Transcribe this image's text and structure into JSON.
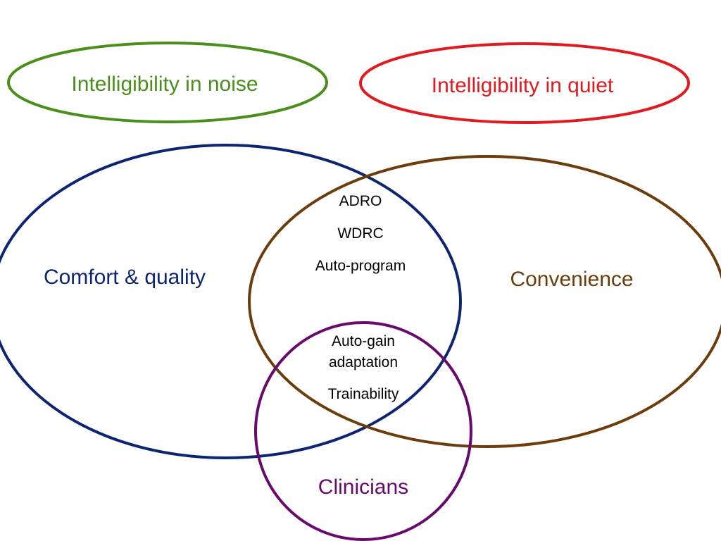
{
  "colors": {
    "noise": "#4a8f1c",
    "quiet": "#e01a1f",
    "comfort": "#0d2470",
    "convenience": "#6b3c0c",
    "clinicians": "#680a6b",
    "text_dark": "#000000"
  },
  "ovals": {
    "noise": {
      "label": "Intelligibility in noise"
    },
    "quiet": {
      "label": "Intelligibility in quiet"
    }
  },
  "venn": {
    "comfort_label": "Comfort & quality",
    "convenience_label": "Convenience",
    "clinicians_label": "Clinicians",
    "comfort_convenience_overlap": [
      "ADRO",
      "WDRC",
      "Auto-program"
    ],
    "triple_overlap": [
      "Auto-gain",
      "adaptation",
      "Trainability"
    ]
  }
}
